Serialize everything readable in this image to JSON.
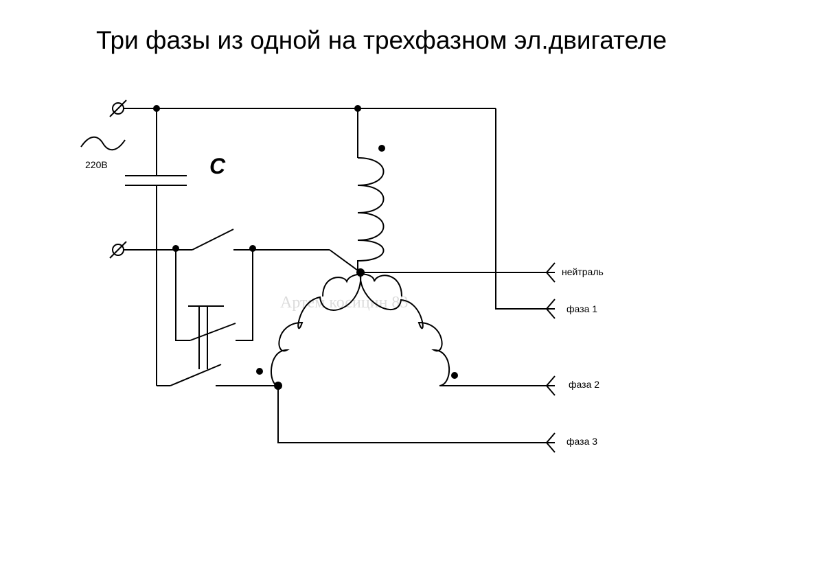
{
  "title": "Три фазы из одной на трехфазном эл.двигателе",
  "source": {
    "voltage": "220В"
  },
  "capacitor": {
    "label": "С"
  },
  "outputs": {
    "neutral": "нейтраль",
    "phase1": "фаза 1",
    "phase2": "фаза 2",
    "phase3": "фаза 3"
  },
  "watermark": "Артем косицин 83"
}
